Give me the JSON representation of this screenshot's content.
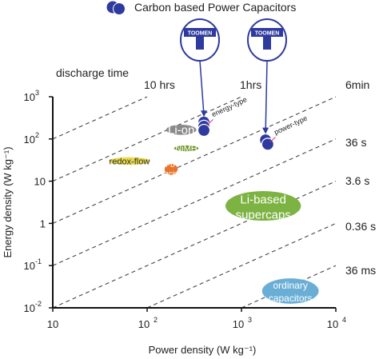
{
  "chart_data": {
    "type": "scatter",
    "xscale": "log",
    "yscale": "log",
    "xlim": [
      10,
      10000
    ],
    "ylim": [
      0.01,
      1000
    ],
    "xlabel": "Power density (W kg⁻¹)",
    "ylabel": "Energy density (W kg⁻¹)",
    "x_ticks": [
      {
        "value": 10,
        "label": "10",
        "sup": ""
      },
      {
        "value": 100,
        "label": "10",
        "sup": "2"
      },
      {
        "value": 1000,
        "label": "10",
        "sup": "3"
      },
      {
        "value": 10000,
        "label": "10",
        "sup": "4"
      }
    ],
    "y_ticks": [
      {
        "value": 1000,
        "label": "10",
        "sup": "3"
      },
      {
        "value": 100,
        "label": "10",
        "sup": "2"
      },
      {
        "value": 10,
        "label": "10",
        "sup": ""
      },
      {
        "value": 1,
        "label": "1",
        "sup": ""
      },
      {
        "value": 0.1,
        "label": "10",
        "sup": "-1"
      },
      {
        "value": 0.01,
        "label": "10",
        "sup": "-2"
      }
    ],
    "legend": {
      "label": "Carbon based Power Capacitors",
      "color": "#2e3a9e"
    },
    "discharge_time_title": "discharge time",
    "discharge_lines": [
      {
        "label": "10 hrs",
        "hours": 10
      },
      {
        "label": "1hrs",
        "hours": 1
      },
      {
        "label": "6min",
        "hours": 0.1
      },
      {
        "label": "36 s",
        "hours": 0.01
      },
      {
        "label": "3.6 s",
        "hours": 0.001
      },
      {
        "label": "0.36 s",
        "hours": 0.0001
      },
      {
        "label": "36 ms",
        "hours": 1e-05
      }
    ],
    "regions": [
      {
        "label": "Li-on",
        "cx": 230,
        "cy": 165,
        "rx": 0.16,
        "ry": 0.12,
        "color": "#8a8a8a",
        "text_color": "#ffffff"
      },
      {
        "label": "NiMH",
        "cx": 260,
        "cy": 60,
        "rx": 0.13,
        "ry": 0.07,
        "color": "#6f9a2e",
        "text_color": "#ffffff"
      },
      {
        "label": "redox-flow",
        "cx": 65,
        "cy": 30,
        "rx": 0.22,
        "ry": 0.09,
        "color": "#e8d84a",
        "text_color": "#333333"
      },
      {
        "label": "Pb-acid",
        "cx": 180,
        "cy": 19,
        "rx": 0.07,
        "ry": 0.13,
        "color": "#e8742a",
        "text_color": "#ffffff"
      },
      {
        "label": "Li-based supercaps",
        "cx": 1700,
        "cy": 2.6,
        "rx": 0.4,
        "ry": 0.35,
        "color": "#7cb342",
        "text_color": "#ffffff"
      },
      {
        "label": "ordinary capacitors",
        "cx": 3300,
        "cy": 0.025,
        "rx": 0.3,
        "ry": 0.3,
        "color": "#6aaed6",
        "text_color": "#ffffff"
      }
    ],
    "capacitor_points": [
      {
        "series": "energy-type",
        "x": 400,
        "y": 250
      },
      {
        "series": "energy-type",
        "x": 400,
        "y": 200
      },
      {
        "series": "energy-type",
        "x": 400,
        "y": 160
      },
      {
        "series": "power-type",
        "x": 1800,
        "y": 95
      },
      {
        "series": "power-type",
        "x": 1900,
        "y": 75
      }
    ],
    "annotations": [
      {
        "label": "energy-type",
        "x": 500,
        "y": 330
      },
      {
        "label": "power-type",
        "x": 2300,
        "y": 125
      }
    ],
    "badges": [
      {
        "label": "TOOMEN",
        "points_to": {
          "x": 400,
          "y": 280
        }
      },
      {
        "label": "TOOMEN",
        "points_to": {
          "x": 1800,
          "y": 110
        }
      }
    ]
  }
}
